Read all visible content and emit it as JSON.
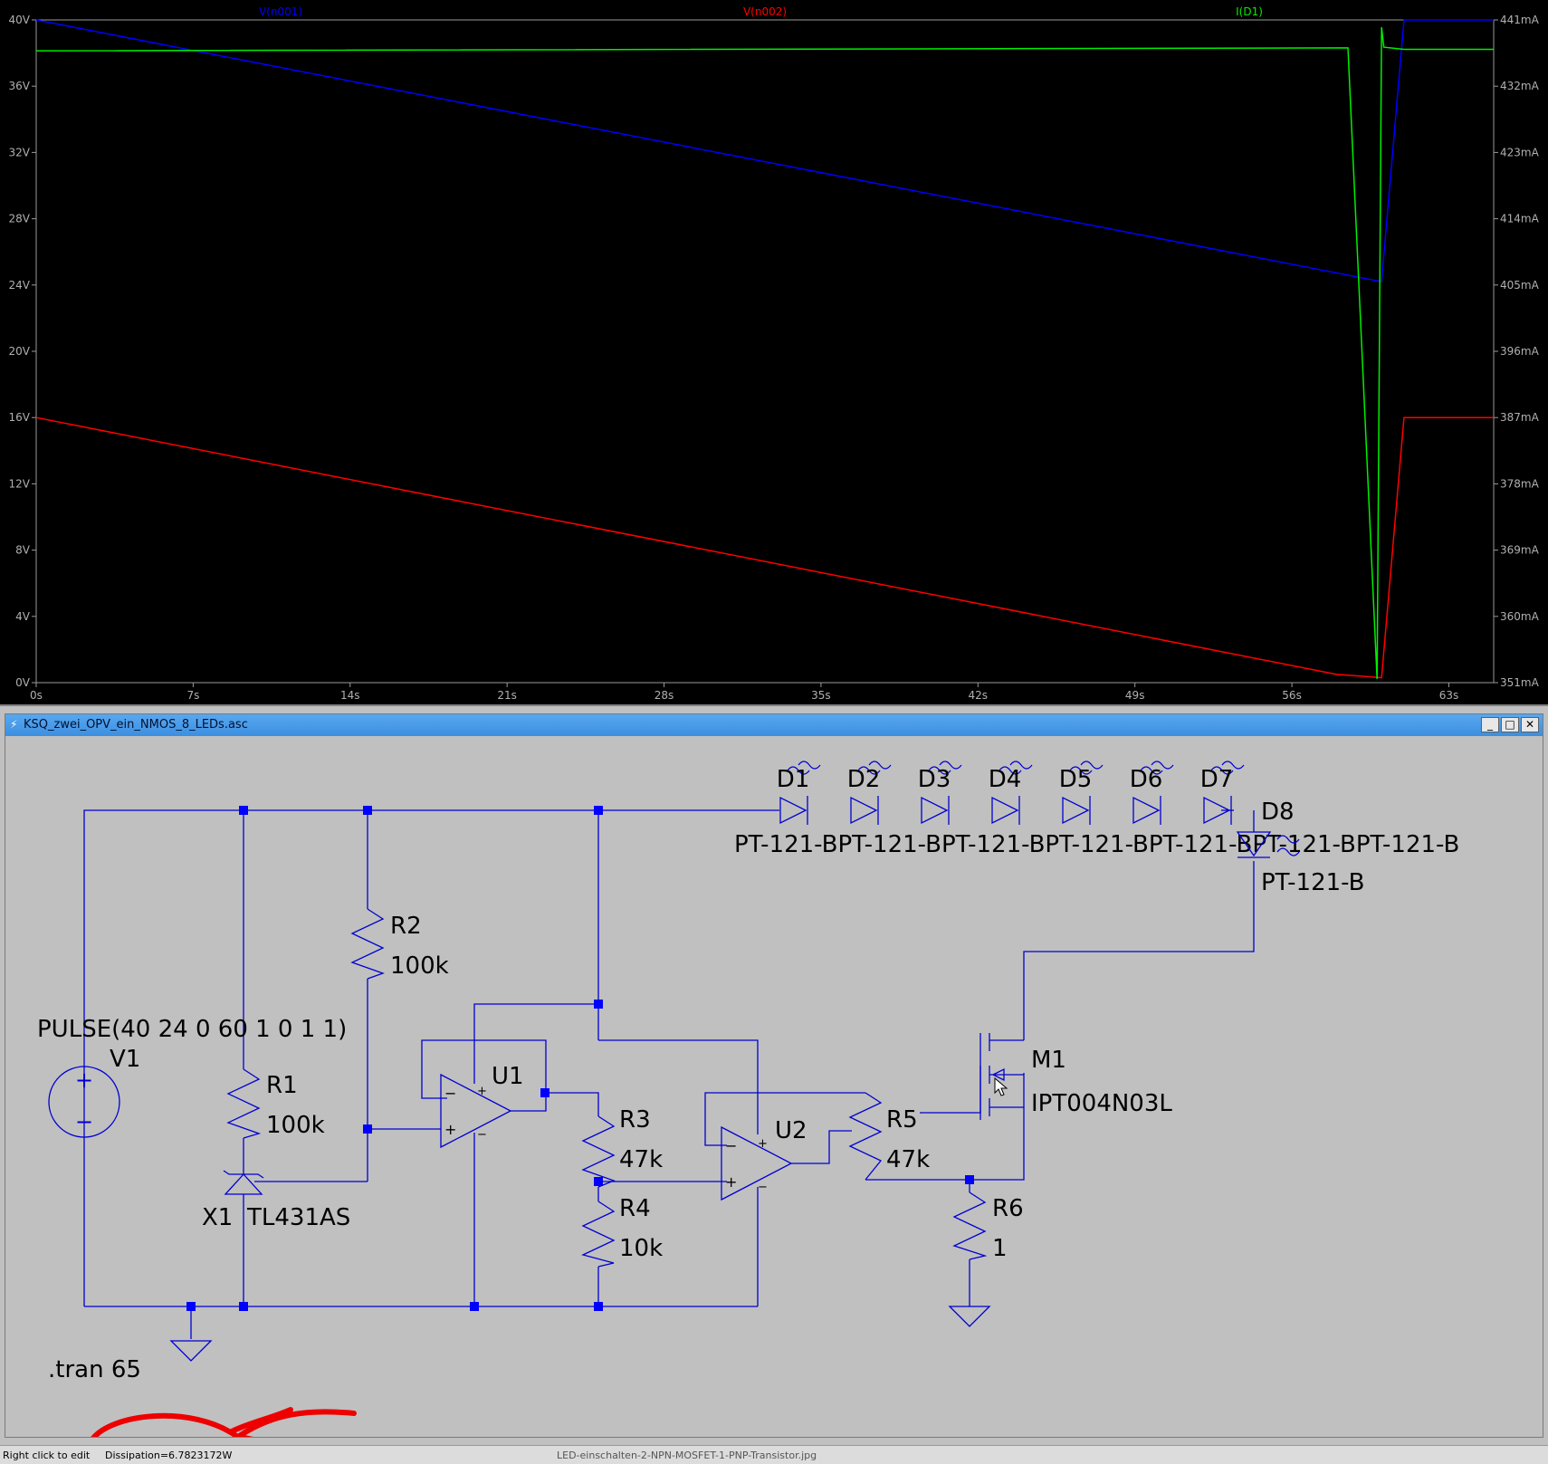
{
  "chart_data": {
    "type": "line",
    "x_ticks": [
      "0s",
      "7s",
      "14s",
      "21s",
      "28s",
      "35s",
      "42s",
      "49s",
      "56s",
      "63s"
    ],
    "x_range": [
      0,
      65
    ],
    "y_left_ticks": [
      "0V",
      "4V",
      "8V",
      "12V",
      "16V",
      "20V",
      "24V",
      "28V",
      "32V",
      "36V",
      "40V"
    ],
    "y_left_range": [
      0,
      40
    ],
    "y_right_ticks": [
      "351mA",
      "360mA",
      "369mA",
      "378mA",
      "387mA",
      "396mA",
      "405mA",
      "414mA",
      "423mA",
      "432mA",
      "441mA"
    ],
    "y_right_range": [
      351,
      441
    ],
    "series": [
      {
        "name": "V(n001)",
        "color": "#0000ff",
        "axis": "left",
        "x": [
          0,
          60,
          61,
          65
        ],
        "y": [
          40,
          24.2,
          40,
          40
        ]
      },
      {
        "name": "V(n002)",
        "color": "#ff0000",
        "axis": "left",
        "x": [
          0,
          58,
          60,
          61,
          65
        ],
        "y": [
          16,
          0.5,
          0.3,
          16,
          16
        ]
      },
      {
        "name": "I(D1)",
        "color": "#00ee00",
        "axis": "right",
        "x": [
          0,
          58.5,
          59.8,
          60,
          60.1,
          61,
          65
        ],
        "y": [
          436.8,
          437.2,
          351.5,
          440,
          437.3,
          437,
          437
        ]
      }
    ]
  },
  "window": {
    "title": "KSQ_zwei_OPV_ein_NMOS_8_LEDs.asc",
    "minimize": "_",
    "maximize": "□",
    "close": "✕"
  },
  "schematic": {
    "source_value": "PULSE(40 24 0 60 1 0 1 1)",
    "source_name": "V1",
    "r1": "R1",
    "r1_val": "100k",
    "r2": "R2",
    "r2_val": "100k",
    "r3": "R3",
    "r3_val": "47k",
    "r4": "R4",
    "r4_val": "10k",
    "r5": "R5",
    "r5_val": "47k",
    "r6": "R6",
    "r6_val": "1",
    "u1": "U1",
    "u2": "U2",
    "x1": "X1",
    "x1_val": "TL431AS",
    "m1": "M1",
    "m1_val": "IPT004N03L",
    "leds": [
      "D1",
      "D2",
      "D3",
      "D4",
      "D5",
      "D6",
      "D7"
    ],
    "led_model_row": "PT-121-BPT-121-BPT-121-BPT-121-BPT-121-BPT-121-BPT-121-B",
    "d8": "D8",
    "d8_model": "PT-121-B",
    "directive": ".tran 65"
  },
  "status": {
    "hint": "Right click to edit",
    "dissipation": "Dissipation=6.7823172W",
    "taskbar_item": "LED-einschalten-2-NPN-MOSFET-1-PNP-Transistor.jpg"
  }
}
